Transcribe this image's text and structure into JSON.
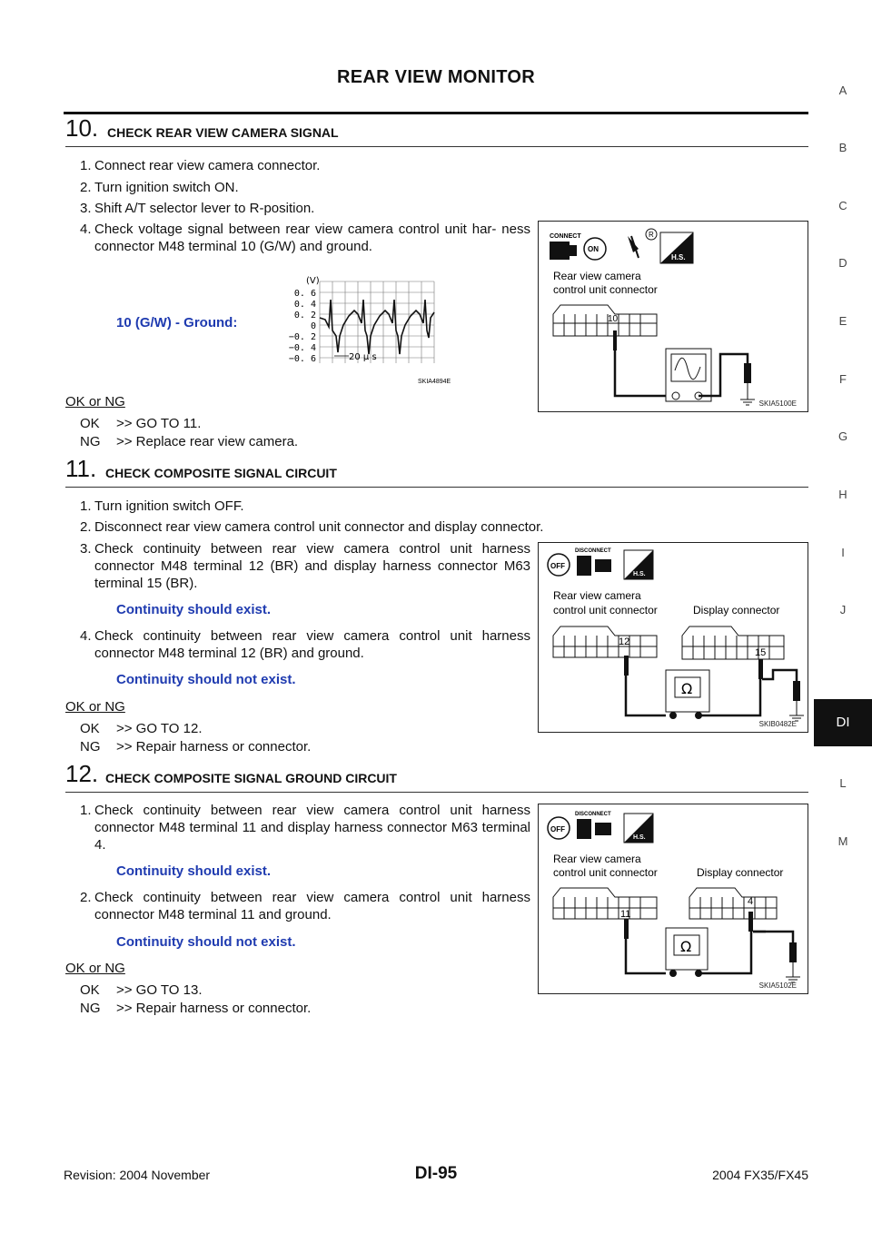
{
  "page": {
    "title": "REAR VIEW MONITOR",
    "code": "DI-95",
    "revision": "Revision: 2004 November",
    "model": "2004 FX35/FX45"
  },
  "tabs": [
    "A",
    "B",
    "C",
    "D",
    "E",
    "F",
    "G",
    "H",
    "I",
    "J",
    "DI",
    "L",
    "M"
  ],
  "active_tab": "DI",
  "sections": {
    "s10": {
      "number": "10.",
      "title": "CHECK REAR VIEW CAMERA SIGNAL",
      "steps": [
        "1.",
        "Connect rear view camera connector.",
        "2.",
        "Turn ignition switch ON.",
        "3.",
        "Shift A/T selector lever to R-position.",
        "4.",
        "Check voltage signal between rear view camera control unit har- ness connector M48 terminal 10 (G/W) and ground."
      ],
      "spec_label": "10 (G/W) - Ground:",
      "okng": "OK or NG",
      "ok_key": "OK",
      "ok_val": ">> GO TO 11.",
      "ng_key": "NG",
      "ng_val": ">> Replace rear view camera.",
      "wave": {
        "unit": "(V)",
        "ticks": [
          "0. 6",
          "0. 4",
          "0. 2",
          "0",
          "−0. 2",
          "−0. 4",
          "−0. 6"
        ],
        "time": "20 µ s",
        "code": "SKIA4894E"
      },
      "fig": {
        "connect": "CONNECT",
        "on": "ON",
        "hs": "H.S.",
        "reg": "R",
        "label1": "Rear view camera",
        "label2": "control unit connector",
        "terminal": "10",
        "code": "SKIA5100E"
      }
    },
    "s11": {
      "number": "11.",
      "title": "CHECK COMPOSITE SIGNAL CIRCUIT",
      "steps": [
        "1.",
        "Turn ignition switch OFF.",
        "2.",
        "Disconnect rear view camera control unit connector and display connector.",
        "3.",
        "Check continuity between rear view camera control unit harness connector M48 terminal 12 (BR) and display harness connector M63 terminal 15 (BR).",
        "4.",
        "Check continuity between rear view camera control unit harness connector M48 terminal 12 (BR) and ground."
      ],
      "spec1": "Continuity should exist.",
      "spec2": "Continuity should not exist.",
      "okng": "OK or NG",
      "ok_key": "OK",
      "ok_val": ">> GO TO 12.",
      "ng_key": "NG",
      "ng_val": ">> Repair harness or connector.",
      "fig": {
        "disconnect": "DISCONNECT",
        "off": "OFF",
        "hs": "H.S.",
        "label1": "Rear view camera",
        "label2": "control unit connector",
        "label3": "Display connector",
        "t1": "12",
        "t2": "15",
        "ohm": "Ω",
        "code": "SKIB0482E"
      }
    },
    "s12": {
      "number": "12.",
      "title": "CHECK COMPOSITE SIGNAL GROUND CIRCUIT",
      "steps": [
        "1.",
        "Check continuity between rear view camera control unit harness connector M48 terminal 11 and display harness connector M63 terminal 4.",
        "2.",
        "Check continuity between rear view camera control unit harness connector M48 terminal 11 and ground."
      ],
      "spec1": "Continuity should exist.",
      "spec2": "Continuity should not exist.",
      "okng": "OK or NG",
      "ok_key": "OK",
      "ok_val": ">> GO TO 13.",
      "ng_key": "NG",
      "ng_val": ">> Repair harness or connector.",
      "fig": {
        "disconnect": "DISCONNECT",
        "off": "OFF",
        "hs": "H.S.",
        "label1": "Rear view camera",
        "label2": "control unit connector",
        "label3": "Display connector",
        "t1": "11",
        "t2": "4",
        "ohm": "Ω",
        "code": "SKIA5102E"
      }
    }
  }
}
